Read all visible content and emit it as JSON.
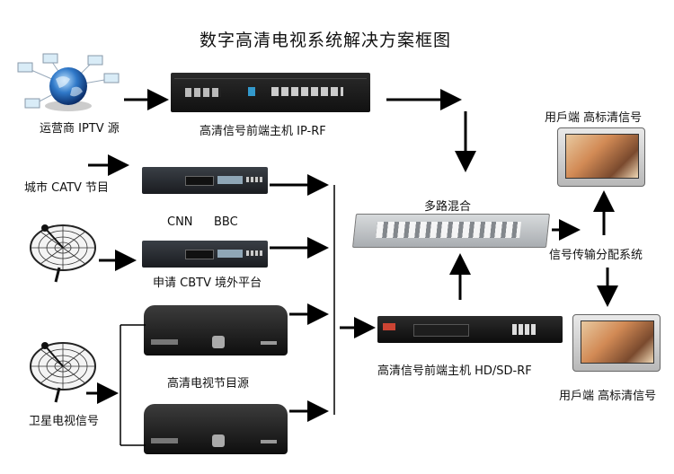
{
  "title": "数字高清电视系统解决方案框图",
  "sources": {
    "iptv": "运营商 IPTV 源",
    "catv": "城市 CATV 节目",
    "cbtv_channels_a": "CNN",
    "cbtv_channels_b": "BBC",
    "cbtv": "申请 CBTV 境外平台",
    "hd_source": "高清电视节目源",
    "satellite": "卫星电视信号"
  },
  "devices": {
    "ip_rf_host": "高清信号前端主机 IP-RF",
    "mixer": "多路混合",
    "hd_sd_host": "高清信号前端主机 HD/SD-RF",
    "distribution": "信号传输分配系统"
  },
  "displays": {
    "top_user": "用戶端 高标清信号",
    "bottom_user": "用戶端 高标清信号"
  }
}
